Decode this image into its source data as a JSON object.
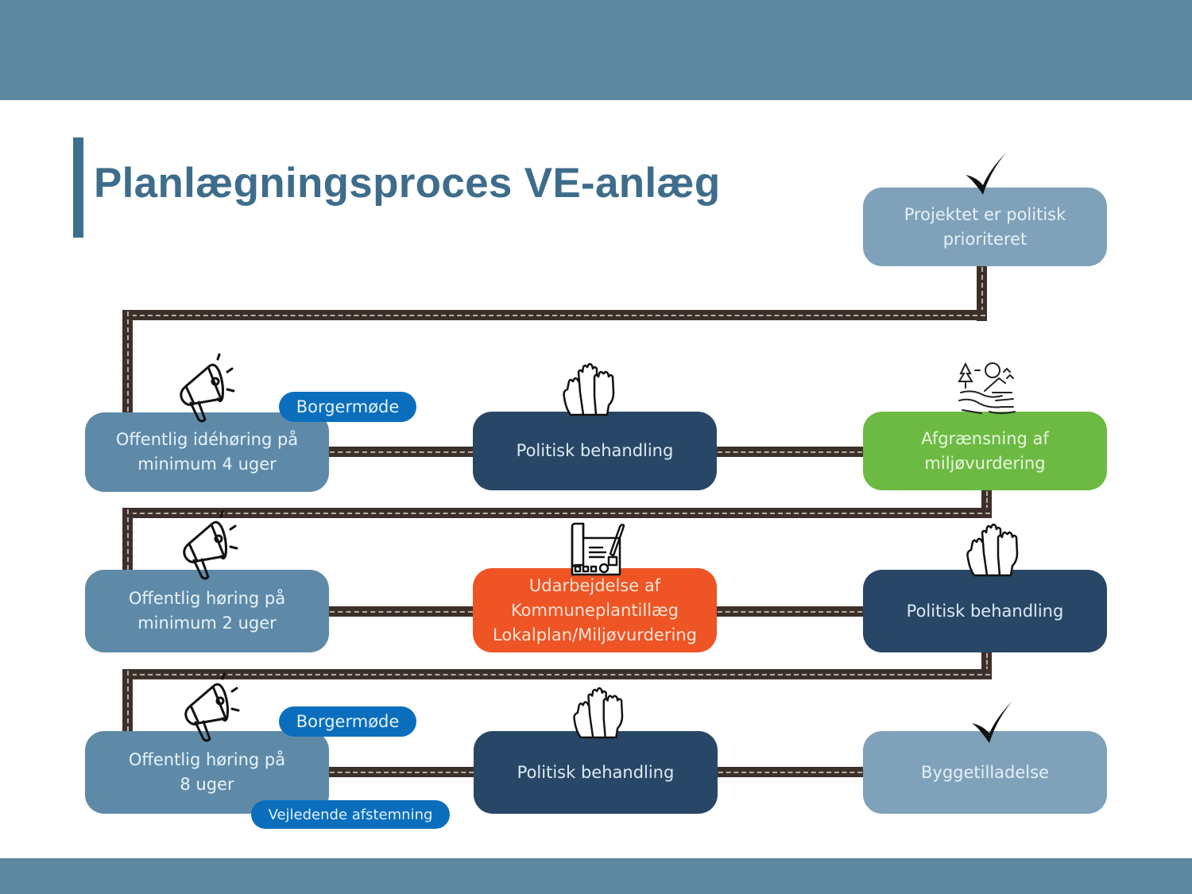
{
  "title": "Planlægningsproces VE-anlæg",
  "colors": {
    "header_bar": "#5e88a2",
    "title_text": "#3e6d8c",
    "road": "#3d302b",
    "step_light": "#7fa2ba",
    "step_mid": "#5e8aa8",
    "step_dark": "#284766",
    "step_green": "#6cba43",
    "step_orange": "#ee5424",
    "badge": "#0a6ebd"
  },
  "steps": [
    {
      "id": "projektet-prioriteret",
      "label": "Projektet er politisk\nprioriteret",
      "style": "light",
      "icon": "checkmark-icon"
    },
    {
      "id": "offentlig-idehoring",
      "label": "Offentlig idéhøring på\nminimum 4 uger",
      "style": "mid",
      "icon": "megaphone-icon"
    },
    {
      "id": "politisk-behandling-1",
      "label": "Politisk behandling",
      "style": "dark",
      "icon": "raised-hands-icon"
    },
    {
      "id": "afgraensning-miljovurdering",
      "label": "Afgrænsning af\nmiljøvurdering",
      "style": "green",
      "icon": "landscape-icon"
    },
    {
      "id": "politisk-behandling-2",
      "label": "Politisk behandling",
      "style": "dark",
      "icon": "raised-hands-icon"
    },
    {
      "id": "udarbejdelse",
      "label": "Udarbejdelse af\nKommuneplantillæg\nLokalplan/Miljøvurdering",
      "style": "orange",
      "icon": "document-pen-icon"
    },
    {
      "id": "offentlig-horing-2-uger",
      "label": "Offentlig høring på\nminimum 2 uger",
      "style": "mid",
      "icon": "megaphone-icon"
    },
    {
      "id": "offentlig-horing-8-uger",
      "label": "Offentlig høring på\n8 uger",
      "style": "mid",
      "icon": "megaphone-icon"
    },
    {
      "id": "politisk-behandling-3",
      "label": "Politisk behandling",
      "style": "dark",
      "icon": "raised-hands-icon"
    },
    {
      "id": "byggetilladelse",
      "label": "Byggetilladelse",
      "style": "light",
      "icon": "checkmark-icon"
    }
  ],
  "badges": {
    "borgermode_1": "Borgermøde",
    "borgermode_2": "Borgermøde",
    "vejledende_afstemning": "Vejledende afstemning"
  }
}
